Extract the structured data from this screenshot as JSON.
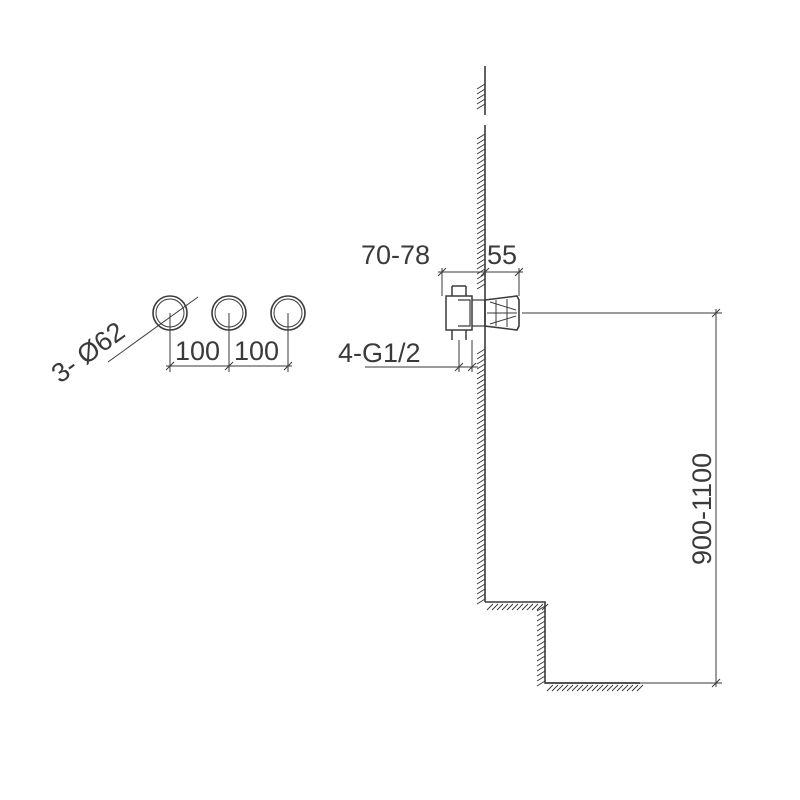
{
  "dimensions": {
    "diameter": "3- Ø62",
    "spacing_left": "100",
    "spacing_right": "100",
    "depth": "70-78",
    "projection": "55",
    "connection": "4-G1/2",
    "height": "900-1100"
  },
  "colors": {
    "line": "#3a3a3a",
    "background": "#ffffff"
  }
}
